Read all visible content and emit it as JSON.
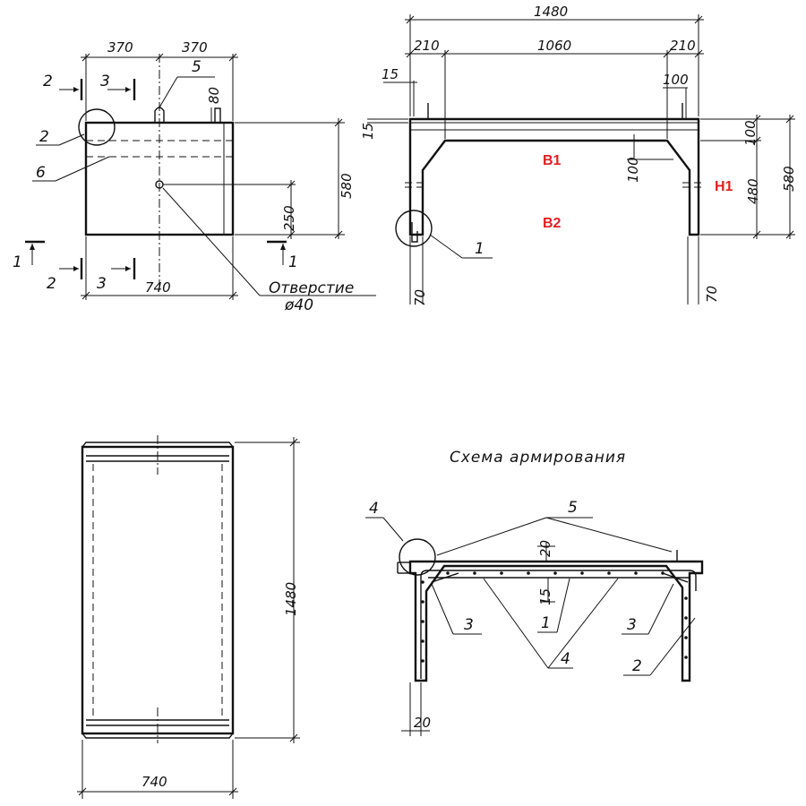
{
  "side_view": {
    "dim_370_left": "370",
    "dim_370_right": "370",
    "dim_80": "80",
    "dim_580": "580",
    "dim_250": "250",
    "dim_740": "740",
    "hole_label": "Отверстие",
    "hole_dia": "ø40",
    "callout_5": "5",
    "callout_2": "2",
    "callout_6": "6",
    "sec_2_top": "2",
    "sec_3_top": "3",
    "sec_1_left": "1",
    "sec_1_right": "1",
    "sec_2_bottom": "2",
    "sec_3_bottom": "3"
  },
  "front_view": {
    "dim_1480": "1480",
    "dim_210_left": "210",
    "dim_1060": "1060",
    "dim_210_right": "210",
    "dim_15": "15",
    "dim_100_top": "100",
    "dim_100_right": "100",
    "dim_100_inner": "100",
    "dim_480": "480",
    "dim_580": "580",
    "dim_70_left": "70",
    "dim_70_right": "70",
    "callout_1": "1",
    "marker_b1": "B1",
    "marker_b2": "B2",
    "marker_h1": "H1"
  },
  "plan_view": {
    "dim_1480": "1480",
    "dim_740": "740"
  },
  "reinforcement": {
    "title": "Схема армирования",
    "dim_20_top": "20",
    "dim_15": "15",
    "dim_20_bottom": "20",
    "c4_top": "4",
    "c5": "5",
    "c3_left": "3",
    "c1": "1",
    "c3_right": "3",
    "c4_bottom": "4",
    "c2": "2"
  }
}
